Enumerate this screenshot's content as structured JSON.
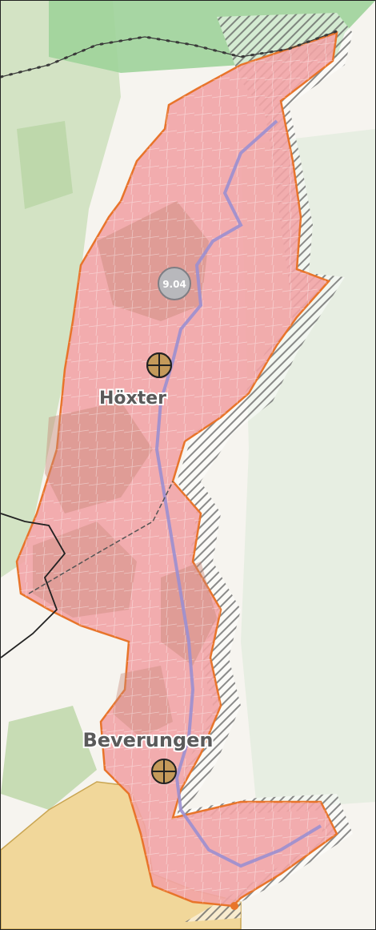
{
  "map": {
    "towns": [
      {
        "id": "hoexter",
        "label": "Höxter"
      },
      {
        "id": "beverungen",
        "label": "Beverungen"
      }
    ],
    "markers": [
      {
        "id": "point-marker",
        "label": "9.04"
      }
    ],
    "colors": {
      "region_fill": "#f2a4a6",
      "region_border": "#e8742a",
      "hatch": "#7a7a7a",
      "forest": "#c9dcb8",
      "neighbor_region": "#f1d79a",
      "green_strip": "#9fd39a",
      "border_line": "#3a3a3a"
    }
  }
}
